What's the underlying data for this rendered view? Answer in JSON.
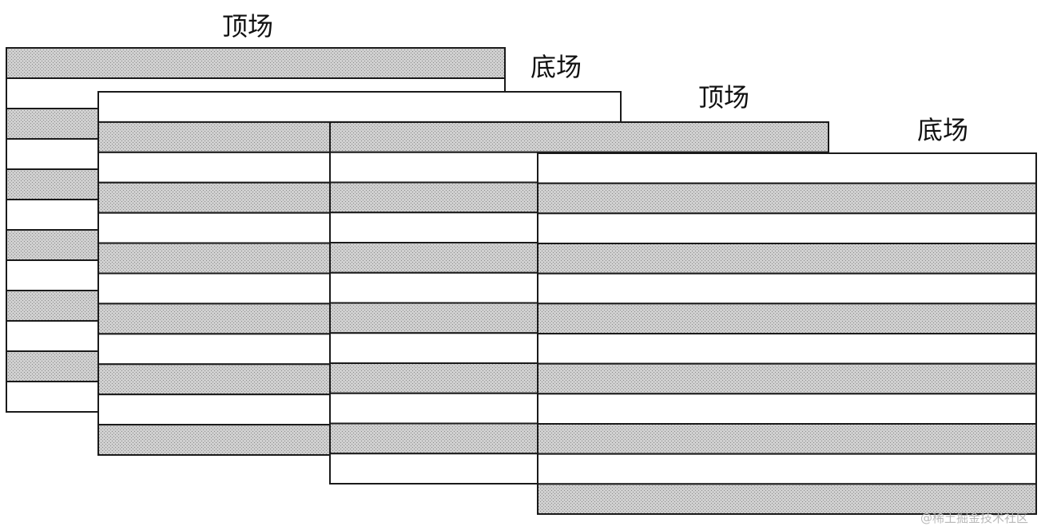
{
  "diagram": {
    "fields": [
      {
        "label": "顶场",
        "first_line": "shaded"
      },
      {
        "label": "底场",
        "first_line": "white"
      },
      {
        "label": "顶场",
        "first_line": "shaded"
      },
      {
        "label": "底场",
        "first_line": "white"
      }
    ],
    "lines_per_field": 12
  },
  "colors": {
    "shaded_line": "#c4c4c4",
    "white_line": "#ffffff",
    "border": "#1a1a1a"
  },
  "watermark": "@稀土掘金技术社区"
}
